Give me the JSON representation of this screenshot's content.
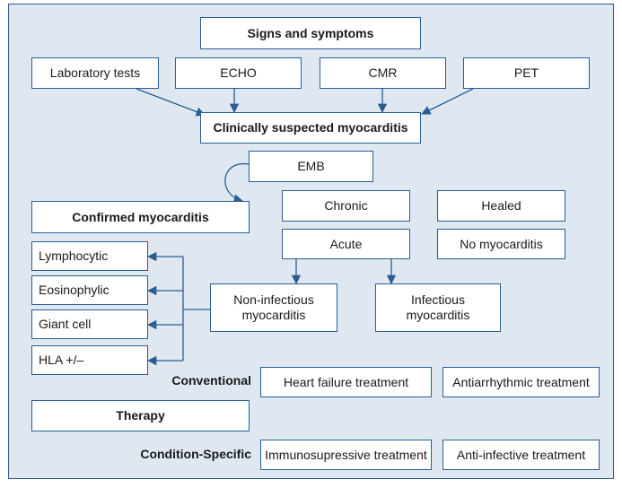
{
  "diagram": {
    "signs_and_symptoms": "Signs and symptoms",
    "laboratory_tests": "Laboratory tests",
    "echo": "ECHO",
    "cmr": "CMR",
    "pet": "PET",
    "clinically_suspected": "Clinically suspected myocarditis",
    "emb": "EMB",
    "confirmed": "Confirmed myocarditis",
    "chronic": "Chronic",
    "healed": "Healed",
    "acute": "Acute",
    "no_myocarditis": "No myocarditis",
    "lymphocytic": "Lymphocytic",
    "eosinophylic": "Eosinophylic",
    "giant_cell": "Giant cell",
    "hla": "HLA +/–",
    "non_infectious_line1": "Non-infectious",
    "non_infectious_line2": "myocarditis",
    "infectious_line1": "Infectious",
    "infectious_line2": "myocarditis",
    "conventional": "Conventional",
    "heart_failure_treatment": "Heart failure treatment",
    "antiarrhythmic_treatment": "Antiarrhythmic treatment",
    "therapy": "Therapy",
    "condition_specific": "Condition-Specific",
    "immunosupressive_treatment": "Immunosupressive treatment",
    "anti_infective_treatment": "Anti-infective treatment"
  },
  "colors": {
    "background": "#dfe8f1",
    "border": "#2a5d94",
    "connector": "#2a5d94"
  }
}
